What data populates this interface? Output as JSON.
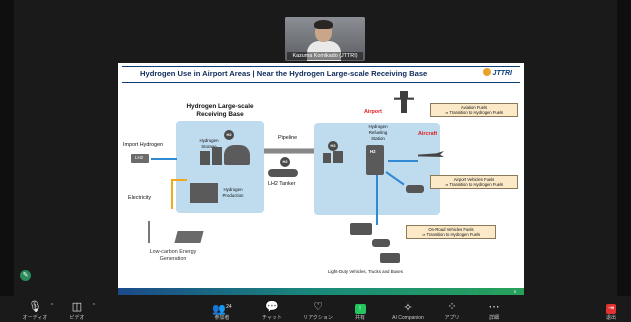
{
  "participant": {
    "name": "Kazuma Komikado (JTTRI)"
  },
  "slide": {
    "title": "Hydrogen Use in Airport Areas | Near the Hydrogen Large-scale Receiving Base",
    "logo": "JTTRI",
    "base_title_1": "Hydrogen Large-scale",
    "base_title_2": "Receiving Base",
    "import_hydrogen": "Import Hydrogen",
    "lng": "LH2",
    "hydrogen_storage_1": "Hydrogen",
    "hydrogen_storage_2": "Storage",
    "h2": "H2",
    "pipeline": "Pipeline",
    "lh2_tanker": "LH2 Tanker",
    "electricity": "Electricity",
    "hydrogen_production_1": "Hydrogen",
    "hydrogen_production_2": "Production",
    "low_carbon_1": "Low-carbon Energy",
    "low_carbon_2": "Generation",
    "station_1": "Hydrogen",
    "station_2": "Refueling",
    "station_3": "Station",
    "airport": "Airport",
    "aircraft": "Aircraft",
    "aviation_fuels_1": "Aviation Fuels",
    "aviation_fuels_2": "⇒ Transition to Hydrogen Fuels",
    "airport_vehicles_1": "Airport Vehicles Fuels",
    "airport_vehicles_2": "⇒ Transition to Hydrogen Fuels",
    "onroad_1": "On-Road Vehicles Fuels",
    "onroad_2": "⇒ Transition to Hydrogen Fuels",
    "light_duty": "Light-Duty Vehicles, Trucks and Buses",
    "page": "5"
  },
  "toolbar": {
    "audio": "オーディオ",
    "video": "ビデオ",
    "participants": "参加者",
    "participants_count": "24",
    "chat": "チャット",
    "reactions": "リアクション",
    "share": "共有",
    "ai_companion": "AI Companion",
    "apps": "アプリ",
    "more": "詳細",
    "leave": "退出"
  },
  "colors": {
    "share_green": "#23c55e",
    "slide_blue": "#bfdcef",
    "alert_red": "#e01d1d"
  }
}
